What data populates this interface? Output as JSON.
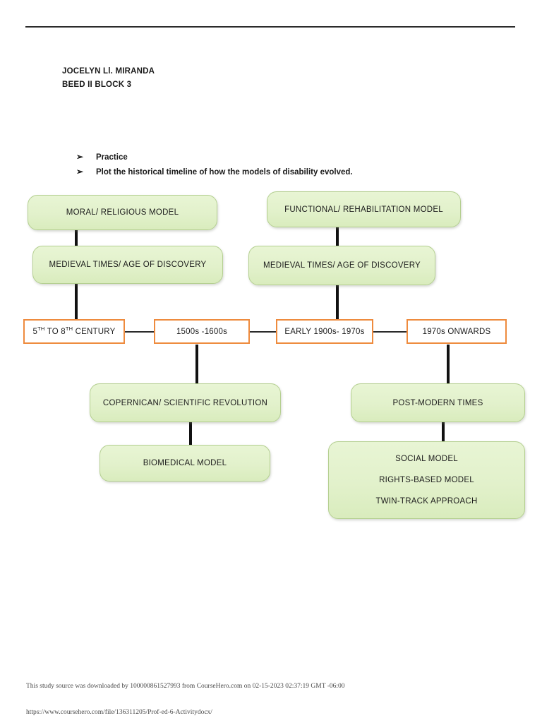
{
  "document": {
    "header": {
      "name_line": "JOCELYN Ll. MIRANDA",
      "class_line": "BEED II BLOCK 3"
    },
    "instructions": {
      "bullet_glyph": "➢",
      "items": [
        "Practice",
        "Plot the historical timeline of how the models of disability evolved."
      ]
    },
    "flowchart": {
      "green_boxes": [
        {
          "id": "moral-religious-model",
          "text": "MORAL/ RELIGIOUS MODEL"
        },
        {
          "id": "medieval-times-left",
          "text": "MEDIEVAL TIMES/ AGE OF DISCOVERY"
        },
        {
          "id": "functional-rehabilitation-model",
          "text": "FUNCTIONAL/ REHABILITATION MODEL"
        },
        {
          "id": "medieval-times-right",
          "text": "MEDIEVAL TIMES/ AGE OF DISCOVERY"
        },
        {
          "id": "copernican-scientific-revolution",
          "text": "COPERNICAN/ SCIENTIFIC REVOLUTION"
        },
        {
          "id": "biomedical-model",
          "text": "BIOMEDICAL MODEL"
        },
        {
          "id": "post-modern-times",
          "text": "POST-MODERN TIMES"
        }
      ],
      "modern_models_box": {
        "id": "modern-models",
        "lines": [
          "SOCIAL MODEL",
          "RIGHTS-BASED MODEL",
          "TWIN-TRACK APPROACH"
        ]
      },
      "timeline_boxes": [
        {
          "id": "period-5th-8th-century",
          "prefix": "5",
          "sup1": "TH",
          "mid": " TO 8",
          "sup2": "TH",
          "suffix": " CENTURY",
          "plain": "5TH TO 8TH CENTURY"
        },
        {
          "id": "period-1500s-1600s",
          "plain": "1500s -1600s"
        },
        {
          "id": "period-early-1900s-1970s",
          "plain": "EARLY 1900s- 1970s"
        },
        {
          "id": "period-1970s-onwards",
          "plain": "1970s ONWARDS"
        }
      ]
    },
    "footer": {
      "download_notice": "This study source was downloaded by 100000861527993 from CourseHero.com on 02-15-2023 02:37:19 GMT -06:00",
      "source_url": "https://www.coursehero.com/file/136311205/Prof-ed-6-Activitydocx/"
    },
    "colors": {
      "green_fill": "#e2f1cb",
      "green_border": "#b4cf90",
      "orange_border": "#ee8b3e",
      "connector": "#111111",
      "rule": "#2b2b2b"
    }
  }
}
